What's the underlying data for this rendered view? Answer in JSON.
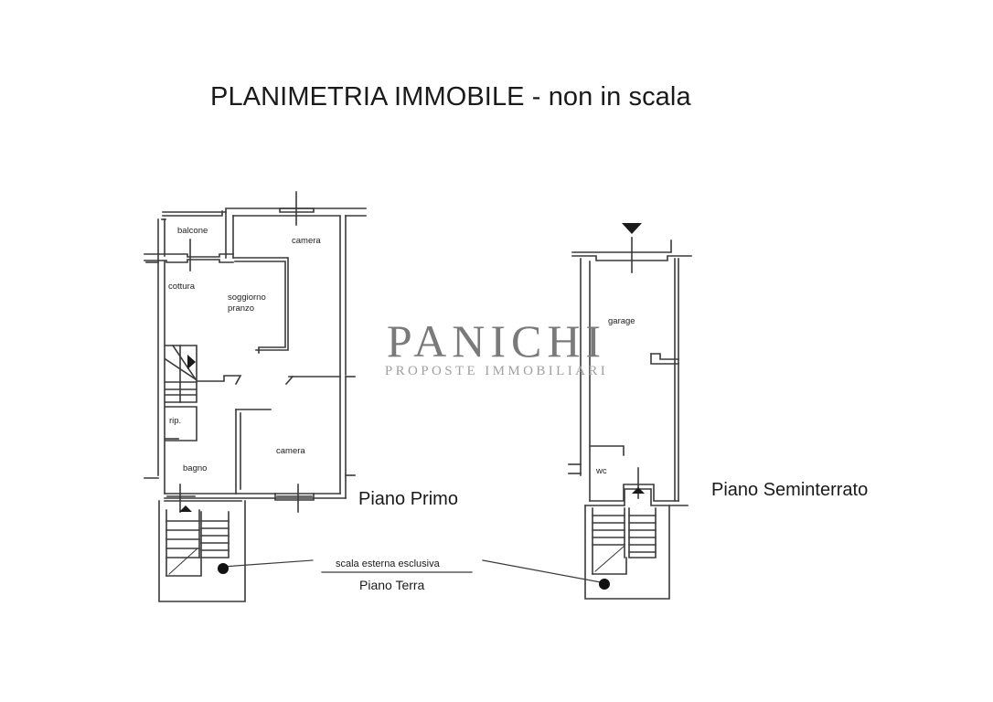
{
  "title": "PLANIMETRIA IMMOBILE - non in scala",
  "watermark": {
    "brand": "PANICHI",
    "tagline": "PROPOSTE IMMOBILIARI"
  },
  "floors": [
    {
      "name": "Piano Primo",
      "rooms": [
        "balcone",
        "camera",
        "cottura",
        "soggiorno",
        "pranzo",
        "rip.",
        "camera",
        "bagno"
      ]
    },
    {
      "name": "Piano Seminterrato",
      "rooms": [
        "garage",
        "wc"
      ]
    }
  ],
  "annotation": {
    "note": "scala esterna esclusiva",
    "floor": "Piano Terra"
  },
  "colors": {
    "wall": "#3a3a3a",
    "text": "#1a1a1a",
    "watermark": "#7a7a7a"
  }
}
